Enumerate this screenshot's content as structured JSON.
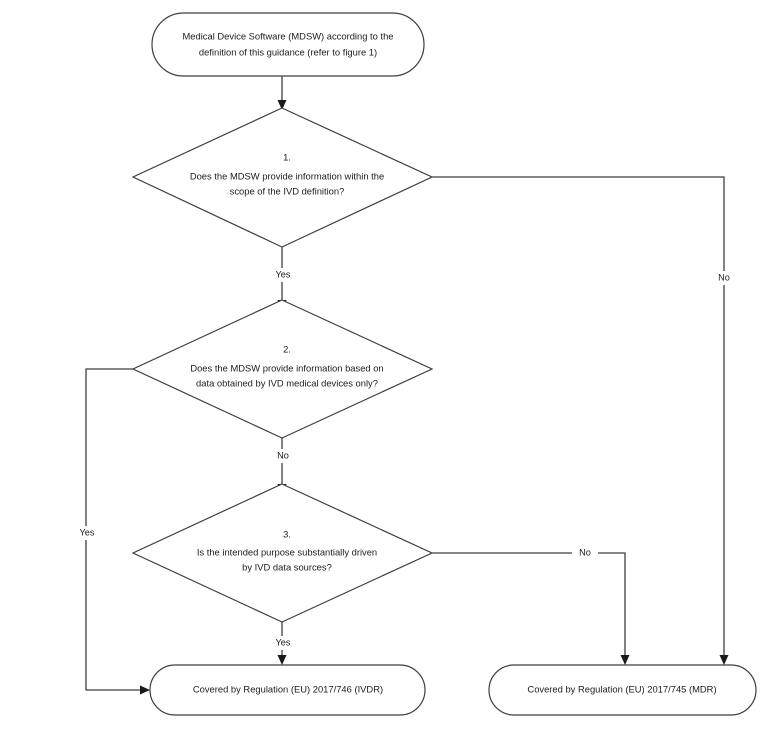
{
  "diagram": {
    "title": "MDSW qualification decision flowchart (IVDR / MDR)",
    "colors": {
      "background": "#ffffff",
      "shape_stroke": "#3f3f3f",
      "shape_fill": "#ffffff",
      "connector": "#3f3f3f",
      "text": "#1c1c1c"
    },
    "nodes": {
      "start": {
        "type": "terminator",
        "line1": "Medical Device Software (MDSW) according to the",
        "line2": "definition of this guidance (refer to figure 1)"
      },
      "decision1": {
        "type": "decision",
        "number": "1.",
        "line1": "Does the MDSW provide information within the",
        "line2": "scope of the IVD definition?"
      },
      "decision2": {
        "type": "decision",
        "number": "2.",
        "line1": "Does the MDSW provide information based on",
        "line2": "data obtained by IVD medical devices only?"
      },
      "decision3": {
        "type": "decision",
        "number": "3.",
        "line1": "Is the intended purpose substantially driven",
        "line2": "by IVD data sources?"
      },
      "outcome_ivdr": {
        "type": "terminator",
        "line1": "Covered by Regulation (EU) 2017/746 (IVDR)"
      },
      "outcome_mdr": {
        "type": "terminator",
        "line1": "Covered by Regulation (EU) 2017/745 (MDR)"
      }
    },
    "edge_labels": {
      "d1_yes": "Yes",
      "d1_no": "No",
      "d2_yes": "Yes",
      "d2_no": "No",
      "d3_yes": "Yes",
      "d3_no": "No"
    }
  }
}
